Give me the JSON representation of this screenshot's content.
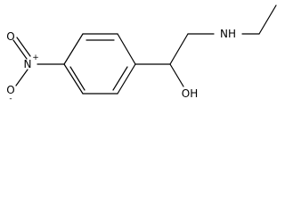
{
  "molecule": {
    "atom_labels": {
      "nitro_n": "N",
      "nitro_n_charge": "+",
      "nitro_o_double": "O",
      "nitro_o_single": "O",
      "nitro_o_charge": "-",
      "amine": "NH",
      "hydroxyl": "OH"
    }
  }
}
